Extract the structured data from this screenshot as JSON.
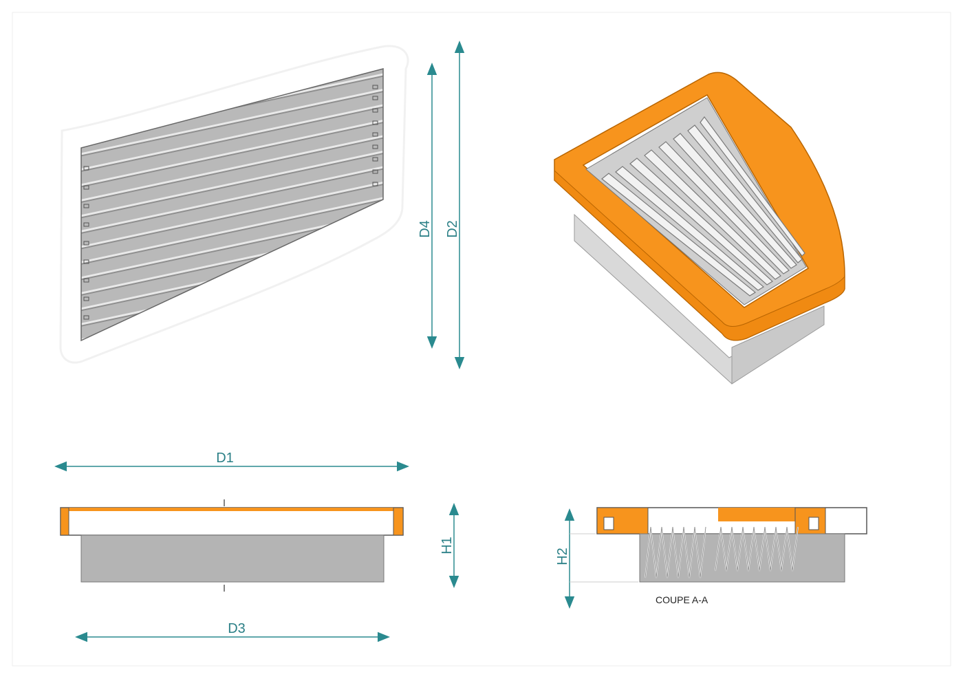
{
  "dimensions": {
    "d1": "D1",
    "d2": "D2",
    "d3": "D3",
    "d4": "D4",
    "h1": "H1",
    "h2": "H2"
  },
  "section": {
    "caption": "COUPE A-A"
  },
  "colors": {
    "frame_orange": "#f7941d",
    "dimension_teal": "#2a7f86",
    "media_gray": "#b4b4b4",
    "pleat_light": "#dcdcdc"
  }
}
